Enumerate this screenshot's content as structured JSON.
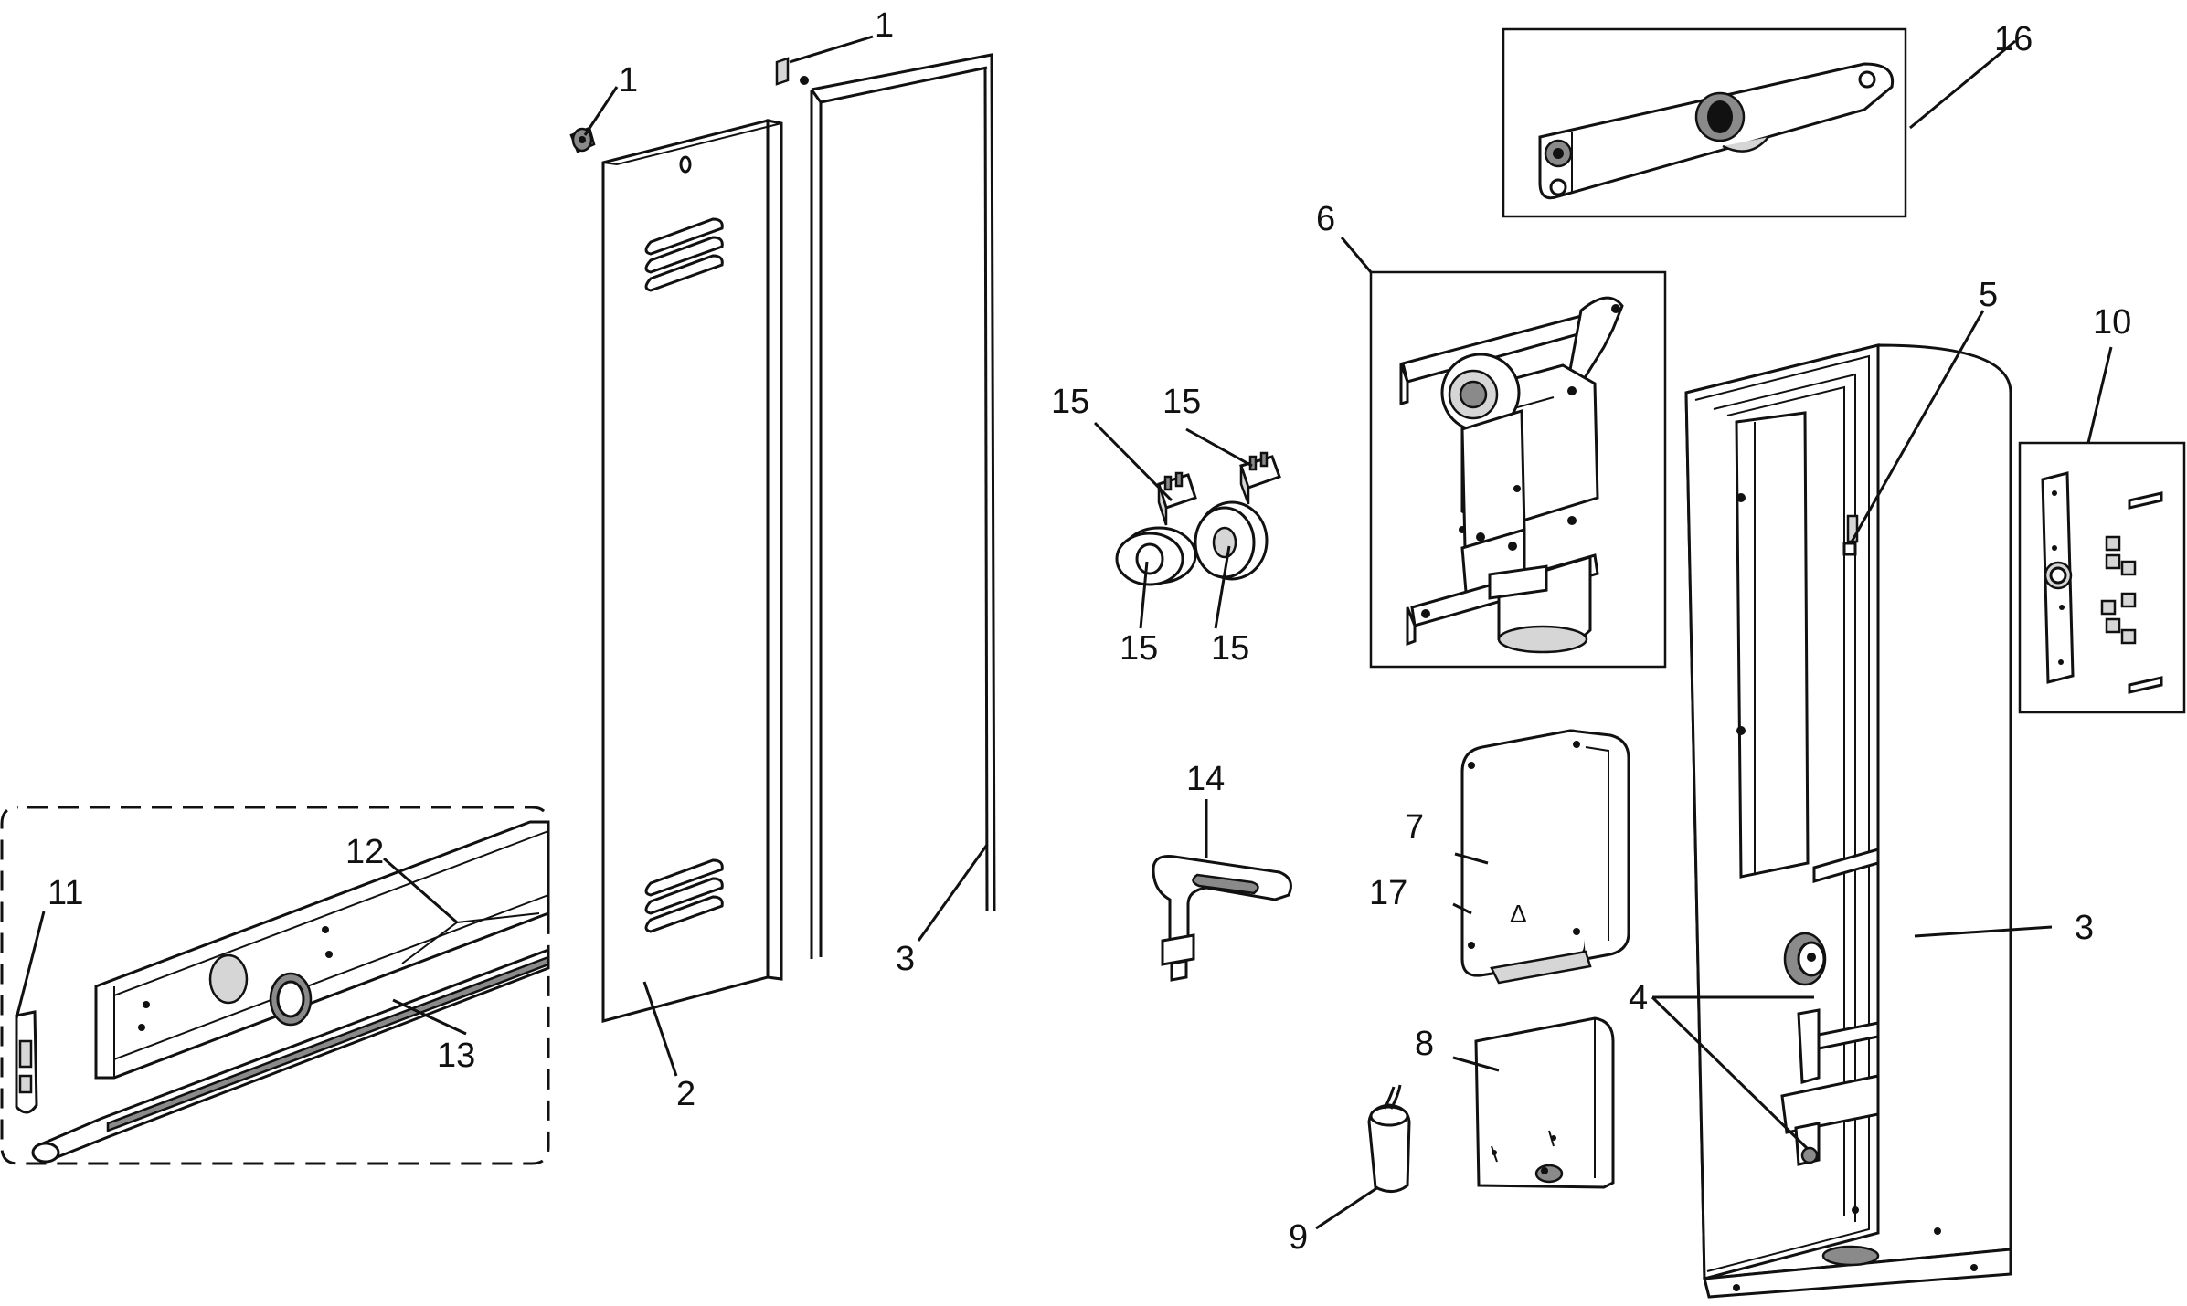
{
  "diagram": {
    "callouts": {
      "c1a": "1",
      "c1b": "1",
      "c2": "2",
      "c3a": "3",
      "c3b": "3",
      "c4": "4",
      "c5": "5",
      "c6": "6",
      "c7": "7",
      "c8": "8",
      "c9": "9",
      "c10": "10",
      "c11": "11",
      "c12": "12",
      "c13": "13",
      "c14": "14",
      "c15a": "15",
      "c15b": "15",
      "c15c": "15",
      "c15d": "15",
      "c16": "16",
      "c17": "17"
    },
    "symbols": {
      "warning_triangle": "Δ"
    }
  }
}
